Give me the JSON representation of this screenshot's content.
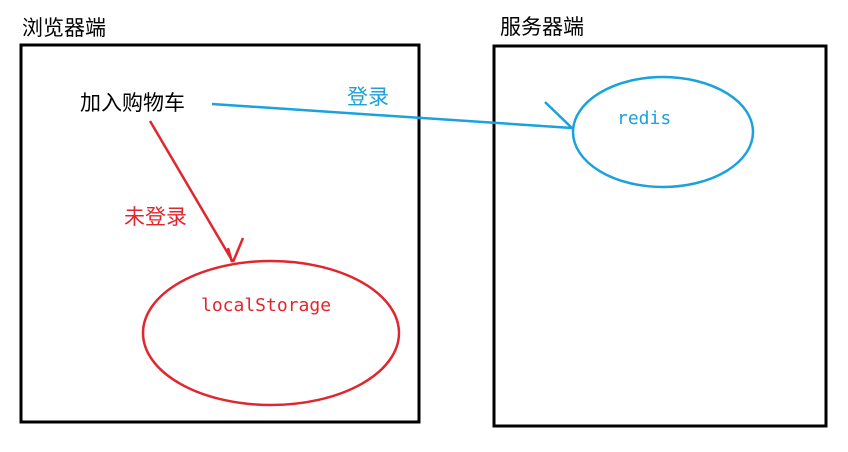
{
  "browser": {
    "title": "浏览器端",
    "action": "加入购物车",
    "not_logged_in": "未登录",
    "storage": "localStorage"
  },
  "server": {
    "title": "服务器端",
    "store": "redis"
  },
  "edges": {
    "login": "登录"
  },
  "colors": {
    "box": "#000000",
    "red": "#e0262e",
    "blue": "#1ba1dc",
    "text": "#000000"
  }
}
